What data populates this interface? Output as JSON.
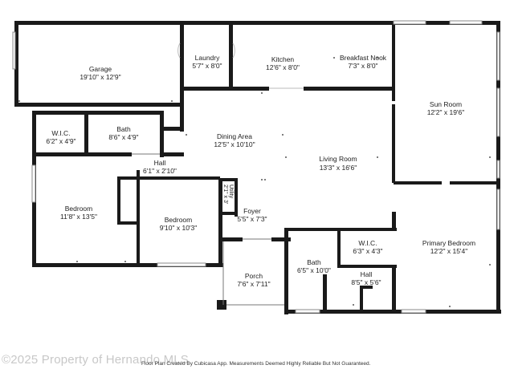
{
  "rooms": {
    "garage": {
      "name": "Garage",
      "dims": "19'10\" x 12'9\""
    },
    "laundry": {
      "name": "Laundry",
      "dims": "5'7\" x 8'0\""
    },
    "kitchen": {
      "name": "Kitchen",
      "dims": "12'6\" x 8'0\""
    },
    "breakfast": {
      "name": "Breakfast Nook",
      "dims": "7'3\" x 8'0\""
    },
    "sunroom": {
      "name": "Sun Room",
      "dims": "12'2\" x 19'6\""
    },
    "wic1": {
      "name": "W.I.C.",
      "dims": "6'2\" x 4'9\""
    },
    "bath1": {
      "name": "Bath",
      "dims": "8'6\" x 4'9\""
    },
    "dining": {
      "name": "Dining Area",
      "dims": "12'5\" x 10'10\""
    },
    "hall1": {
      "name": "Hall",
      "dims": "6'1\" x 2'10\""
    },
    "living": {
      "name": "Living Room",
      "dims": "13'3\" x 16'6\""
    },
    "bedroom1": {
      "name": "Bedroom",
      "dims": "11'8\" x 13'5\""
    },
    "bedroom2": {
      "name": "Bedroom",
      "dims": "9'10\" x 10'3\""
    },
    "utility": {
      "name": "Utility",
      "dims": "2'1\" x 3'"
    },
    "foyer": {
      "name": "Foyer",
      "dims": "5'5\" x 7'3\""
    },
    "wic2": {
      "name": "W.I.C.",
      "dims": "6'3\" x 4'3\""
    },
    "primary": {
      "name": "Primary Bedroom",
      "dims": "12'2\" x 15'4\""
    },
    "bath2": {
      "name": "Bath",
      "dims": "6'5\" x 10'0\""
    },
    "hall2": {
      "name": "Hall",
      "dims": "8'5\" x 5'6\""
    },
    "porch": {
      "name": "Porch",
      "dims": "7'6\" x 7'11\""
    }
  },
  "footer": {
    "copyright": "©2025 Property of Hernando MLS",
    "note": "Floor Plan Created By Cubicasa App. Measurements Deemed Highly Reliable But Not Guaranteed."
  }
}
